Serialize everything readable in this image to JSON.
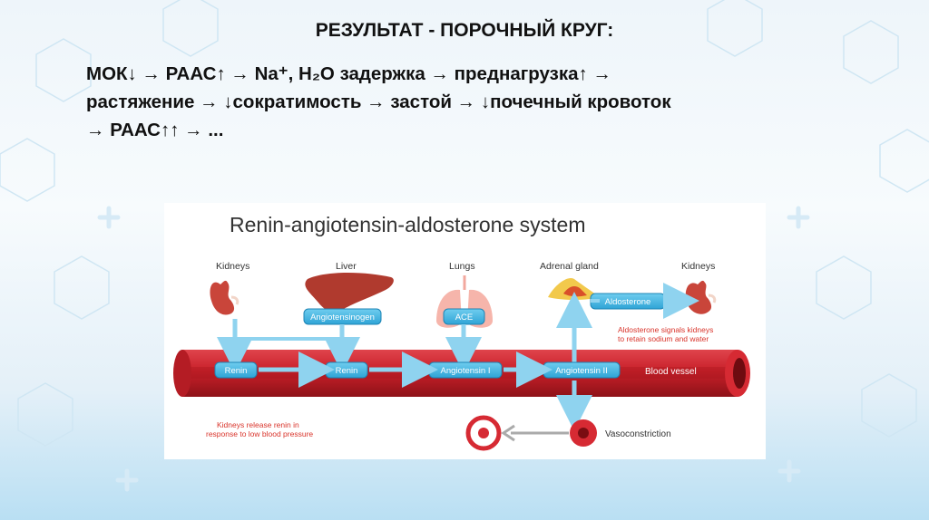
{
  "slide": {
    "title": "РЕЗУЛЬТАТ - ПОРОЧНЫЙ КРУГ:",
    "body_lines": [
      "МОК↓ → РААС↑ → Na⁺, H₂O задержка → преднагрузка↑ →",
      "растяжение → ↓сократимость → застой → ↓почечный кровоток",
      "→ РААС↑↑ → ..."
    ]
  },
  "figure": {
    "title": "Renin-angiotensin-aldosterone system",
    "organs": {
      "kidneys_left": "Kidneys",
      "liver": "Liver",
      "lungs": "Lungs",
      "adrenal": "Adrenal gland",
      "kidneys_right": "Kidneys"
    },
    "boxes": {
      "angiotensinogen": "Angiotensinogen",
      "ace": "ACE",
      "aldosterone": "Aldosterone",
      "renin_1": "Renin",
      "renin_2": "Renin",
      "angiotensin_1": "Angiotensin I",
      "angiotensin_2": "Angiotensin II"
    },
    "notes": {
      "aldosterone_line1": "Aldosterone signals kidneys",
      "aldosterone_line2": "to retain sodium and water",
      "kidneys_line1": "Kidneys release renin in",
      "kidneys_line2": "response to low blood pressure"
    },
    "vessel_label": "Blood vessel",
    "vasoconstriction_label": "Vasoconstriction",
    "colors": {
      "vessel": "#c8202a",
      "box": "#3fb6e0",
      "box_border": "#1d84b5",
      "note": "#d9342b",
      "arrow": "#8fd3ef"
    }
  }
}
